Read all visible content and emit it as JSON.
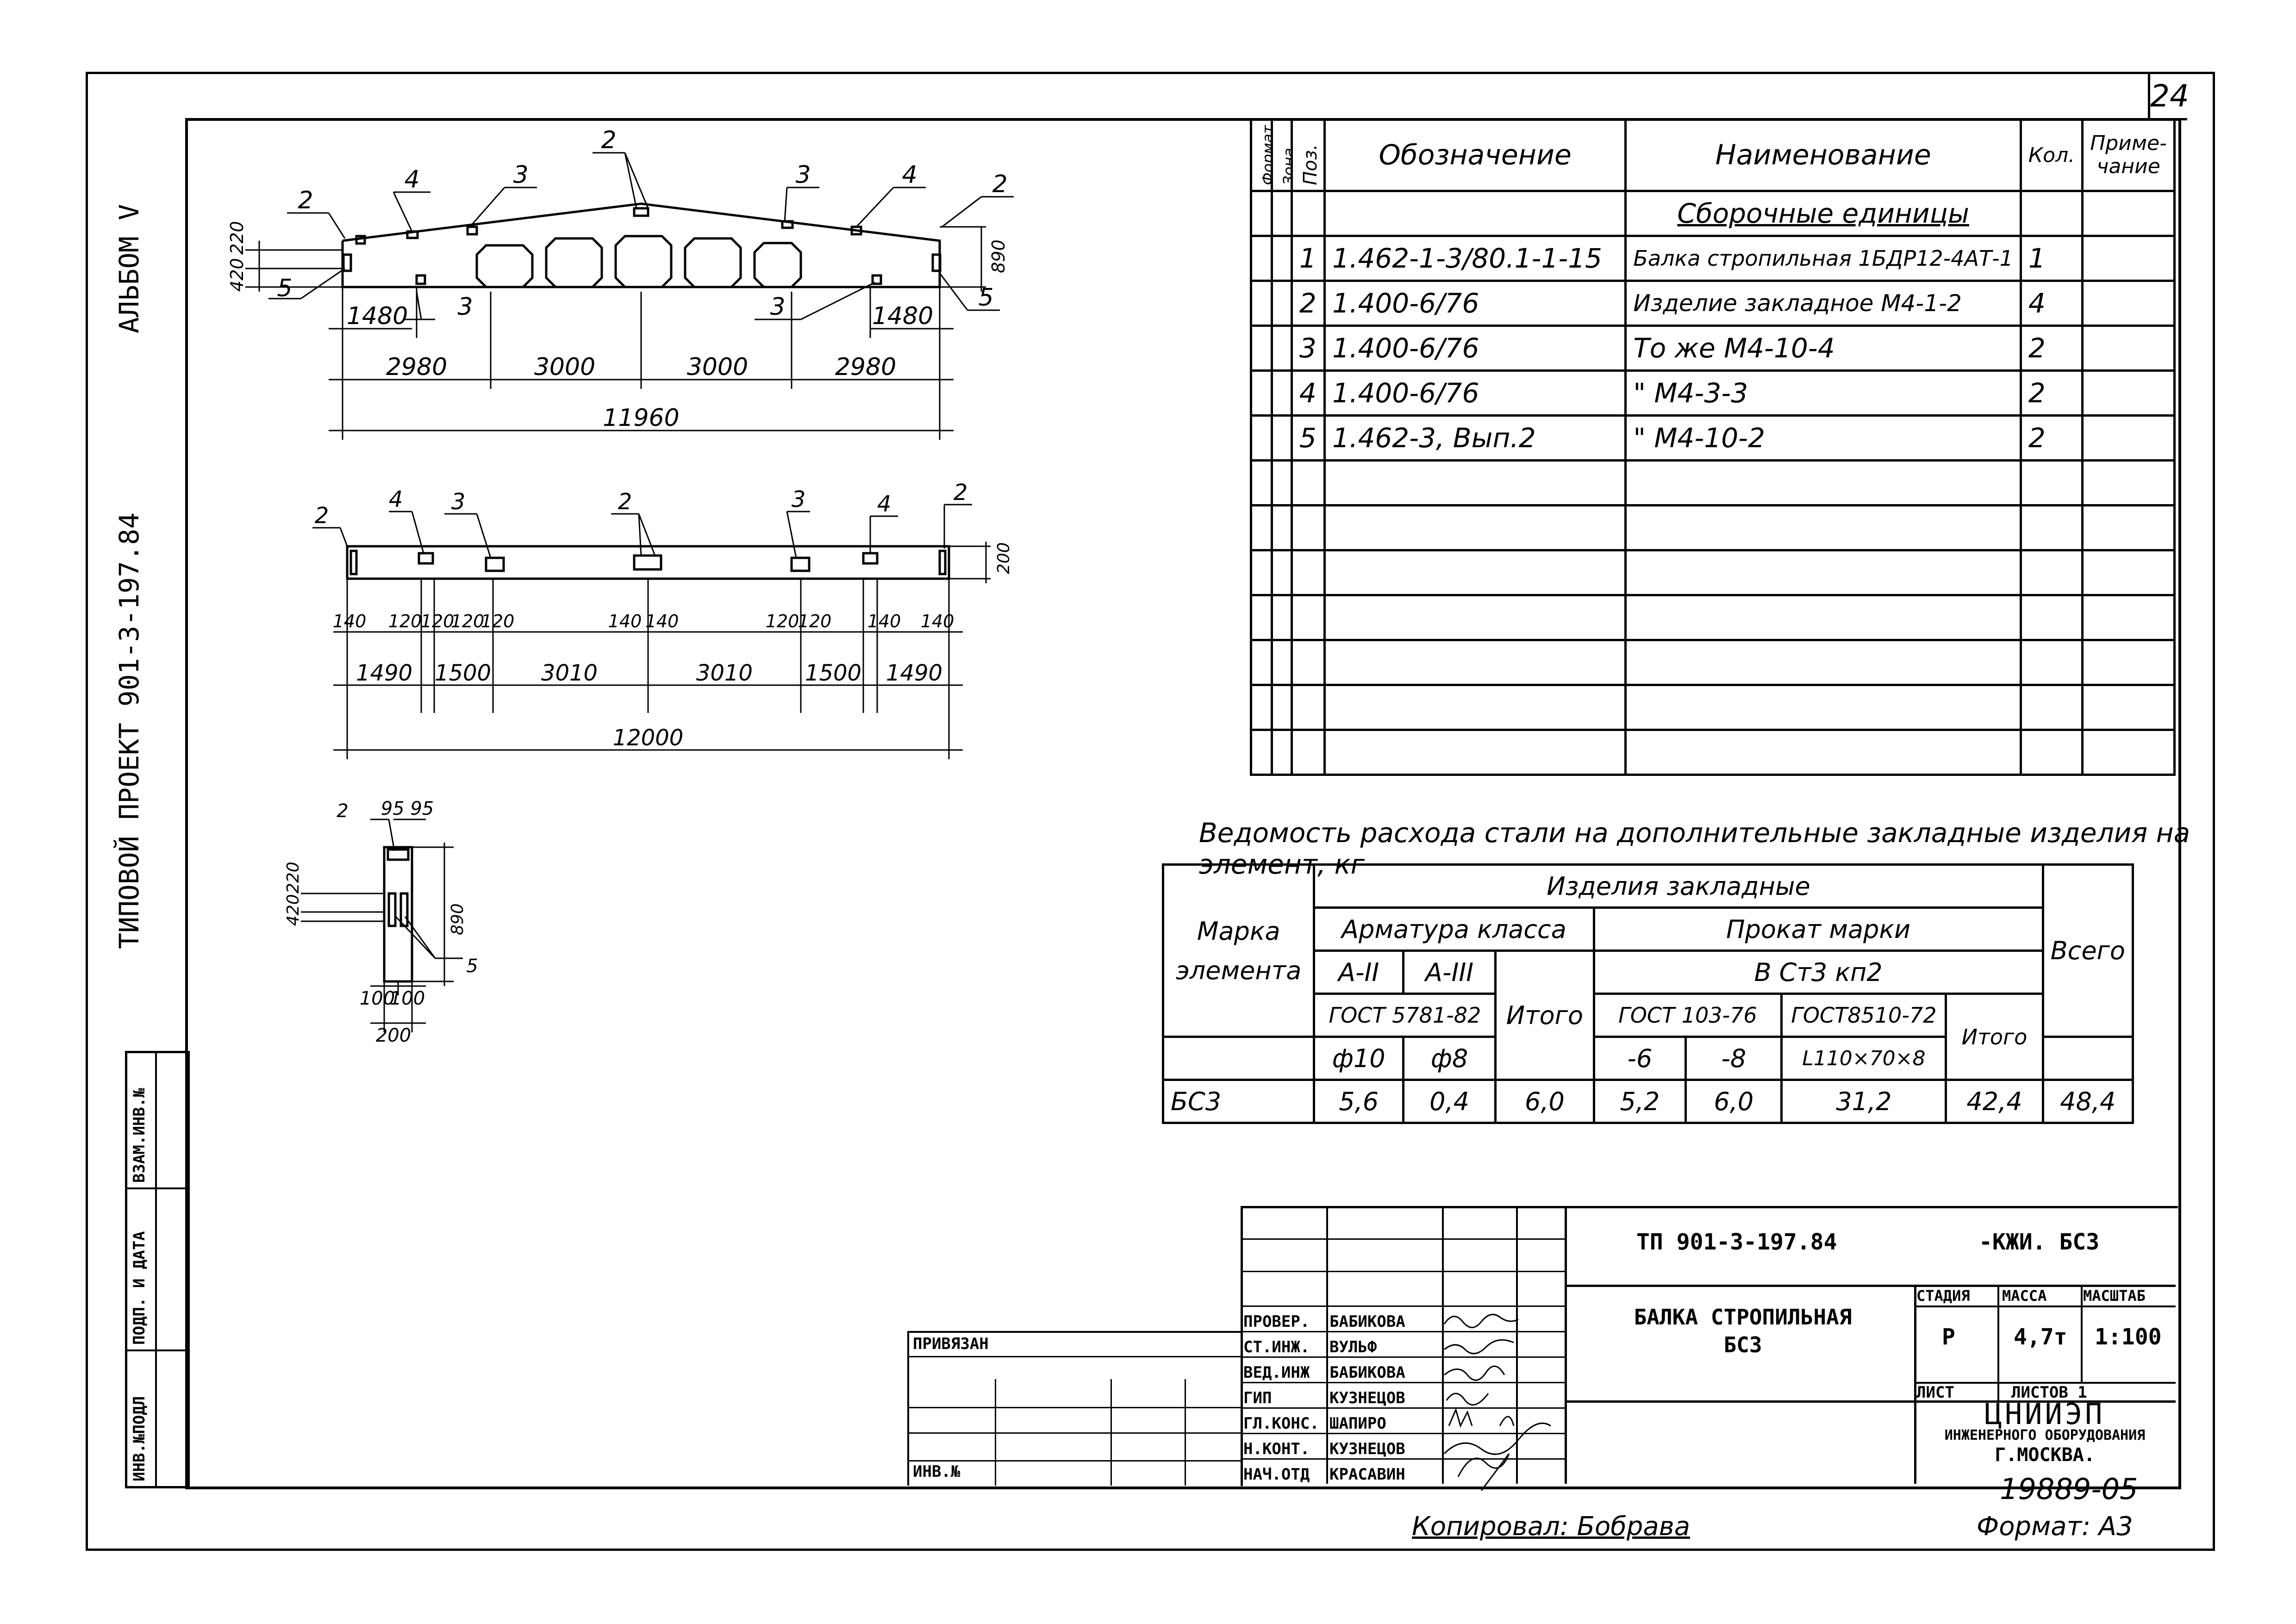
{
  "sheet_number": "24",
  "left_margin": {
    "album": "АЛЬБОМ V",
    "project": "ТИПОВОЙ ПРОЕКТ 901-3-197.84",
    "stamp_cells": [
      "ИНВ.№ПОДЛ",
      "ПОДП. И ДАТА",
      "ВЗАМ.ИНВ.№"
    ]
  },
  "drawings": {
    "elevation": {
      "callouts": [
        "2",
        "4",
        "3",
        "2",
        "3",
        "4",
        "2",
        "5",
        "3",
        "3",
        "5"
      ],
      "vertical_dims": [
        "420",
        "220",
        "890"
      ],
      "edge_dims": [
        "1480",
        "1480"
      ],
      "segment_dims": [
        "2980",
        "3000",
        "3000",
        "2980"
      ],
      "total_dim": "11960"
    },
    "plan": {
      "callouts": [
        "2",
        "4",
        "3",
        "2",
        "3",
        "4",
        "2"
      ],
      "height_dim": "200",
      "small_dims": [
        "140",
        "120",
        "120",
        "120",
        "120",
        "140",
        "140",
        "120",
        "120",
        "140",
        "140"
      ],
      "segment_dims": [
        "1490",
        "1500",
        "3010",
        "3010",
        "1500",
        "1490"
      ],
      "total_dim": "12000"
    },
    "section": {
      "callouts": [
        "2",
        "5"
      ],
      "top_dims": "95 95",
      "vertical_dims": [
        "420",
        "220",
        "890"
      ],
      "bottom_dims": [
        "100",
        "100"
      ],
      "width_dim": "200"
    }
  },
  "spec_table": {
    "headers": {
      "format": "Формат",
      "zone": "Зона",
      "pos": "Поз.",
      "designation": "Обозначение",
      "name": "Наименование",
      "qty": "Кол.",
      "note": "Приме-чание"
    },
    "section_title": "Сборочные единицы",
    "rows": [
      {
        "pos": "1",
        "designation": "1.462-1-3/80.1-1-15",
        "name": "Балка стропильная 1БДР12-4АТ-1",
        "qty": "1"
      },
      {
        "pos": "2",
        "designation": "1.400-6/76",
        "name": "Изделие закладное М4-1-2",
        "qty": "4"
      },
      {
        "pos": "3",
        "designation": "1.400-6/76",
        "name": "То же М4-10-4",
        "qty": "2"
      },
      {
        "pos": "4",
        "designation": "1.400-6/76",
        "name": "\" М4-3-3",
        "qty": "2"
      },
      {
        "pos": "5",
        "designation": "1.462-3, Вып.2",
        "name": "\" М4-10-2",
        "qty": "2"
      }
    ]
  },
  "steel_table": {
    "title": "Ведомость расхода стали на дополнительные закладные изделия на элемент, кг",
    "h_element": "Марка элемента",
    "h_products": "Изделия закладные",
    "h_rebar": "Арматура класса",
    "h_rolled": "Прокат марки",
    "h_total": "Всего",
    "h_a2": "А-II",
    "h_a3": "А-III",
    "h_itogo1": "Итого",
    "h_gost_rebar": "ГОСТ 5781-82",
    "h_steel_grade": "В Ст3 кп2",
    "h_gost103": "ГОСТ 103-76",
    "h_gost8510": "ГОСТ8510-72",
    "h_itogo2": "Итого",
    "h_d10": "ф10",
    "h_d8": "ф8",
    "h_p6": "-6",
    "h_p8": "-8",
    "h_angle": "L110×70×8",
    "row": {
      "mark": "БС3",
      "a2": "5,6",
      "a3": "0,4",
      "itogo1": "6,0",
      "g103_6": "5,2",
      "g103_8": "6,0",
      "g8510": "31,2",
      "itogo2": "42,4",
      "total": "48,4"
    }
  },
  "title_block": {
    "doc_code": "ТП 901-3-197.84",
    "doc_suffix": "-КЖИ. БС3",
    "drawing_title": "БАЛКА СТРОПИЛЬНАЯ БС3",
    "stage_label": "СТАДИЯ",
    "mass_label": "МАССА",
    "scale_label": "МАСШТАБ",
    "stage": "Р",
    "mass": "4,7т",
    "scale": "1:100",
    "sheet_label": "ЛИСТ",
    "sheets_label": "ЛИСТОВ 1",
    "org": "ЦНИИЭП",
    "org_sub": "ИНЖЕНЕРНОГО ОБОРУДОВАНИЯ",
    "city": "Г.МОСКВА.",
    "roles": [
      {
        "role": "ПРОВЕР.",
        "name": "БАБИКОВА"
      },
      {
        "role": "СТ.ИНЖ.",
        "name": "ВУЛЬФ"
      },
      {
        "role": "ВЕД.ИНЖ",
        "name": "БАБИКОВА"
      },
      {
        "role": "ГИП",
        "name": "КУЗНЕЦОВ"
      },
      {
        "role": "ГЛ.КОНС.",
        "name": "ШАПИРО"
      },
      {
        "role": "Н.КОНТ.",
        "name": "КУЗНЕЦОВ"
      },
      {
        "role": "НАЧ.ОТД",
        "name": "КРАСАВИН"
      }
    ],
    "linked_label": "ПРИВЯЗАН",
    "inv_label": "ИНВ.№"
  },
  "footer": {
    "doc_number": "19889-05",
    "copied_by": "Копировал: Бобрава",
    "format": "Формат: А3"
  }
}
